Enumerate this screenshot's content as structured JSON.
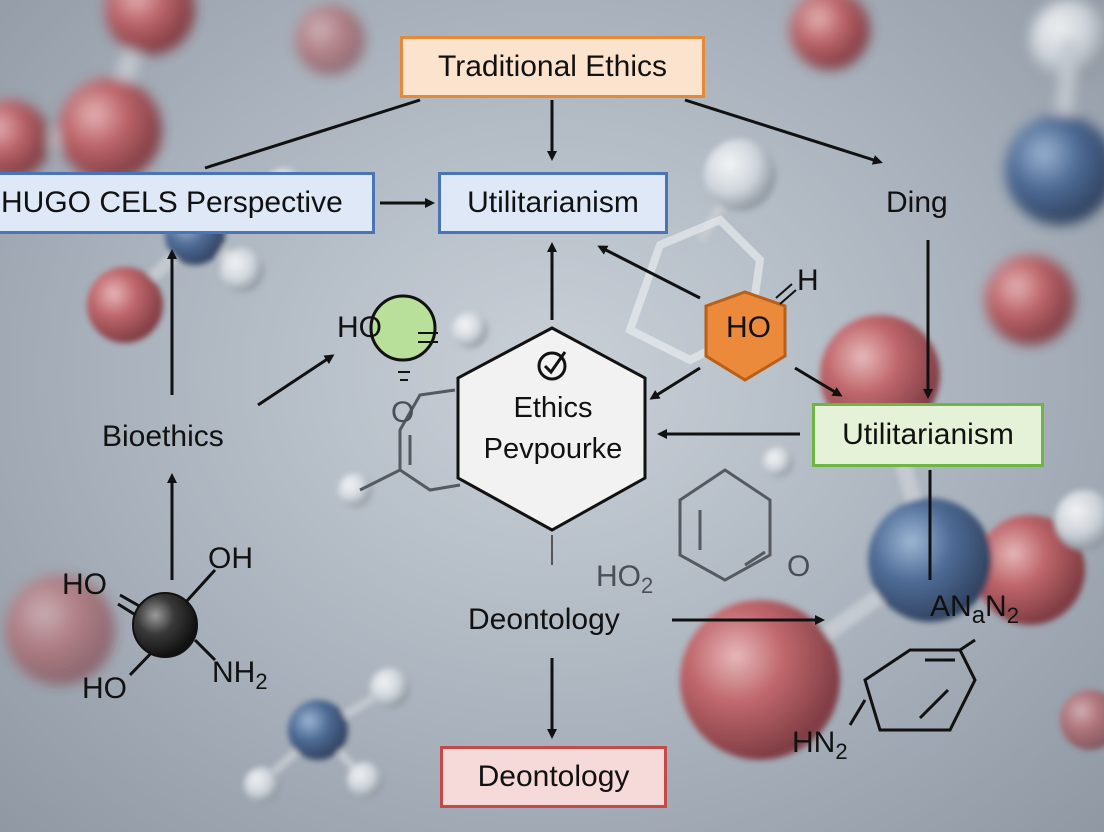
{
  "nodes": {
    "traditional_ethics": "Traditional Ethics",
    "hugo_cels": "HUGO CELS Perspective",
    "utilitarianism_top": "Utilitarianism",
    "ding": "Ding",
    "bioethics": "Bioethics",
    "ethics_hex_line1": "Ethics",
    "ethics_hex_line2": "Pevpourke",
    "utilitarianism_right": "Utilitarianism",
    "deontology_mid": "Deontology",
    "deontology_bottom": "Deontology"
  },
  "chem_labels": {
    "ho_green": "HO",
    "ho_orange": "HO",
    "h_orange": "H",
    "o_mid": "O",
    "ho2_mid": "HO",
    "ho2_sub": "2",
    "o_right": "O",
    "oh_left": "OH",
    "ho_left_top": "HO",
    "ho_left_bottom": "HO",
    "nh2": "NH",
    "nh2_sub": "2",
    "an_right": "AN",
    "an_sub_a": "a",
    "an_n": "N",
    "an_sub_2": "2",
    "hn2": "HN",
    "hn2_sub": "2"
  },
  "colors": {
    "orange_border": "#e58a3a",
    "blue_border": "#4a74b5",
    "green_border": "#6fb545",
    "red_border": "#c44a4a",
    "orange_hex": "#ec8a3c",
    "green_circle": "#b8e09a"
  },
  "icons": [
    "checkmark-circle-icon"
  ]
}
